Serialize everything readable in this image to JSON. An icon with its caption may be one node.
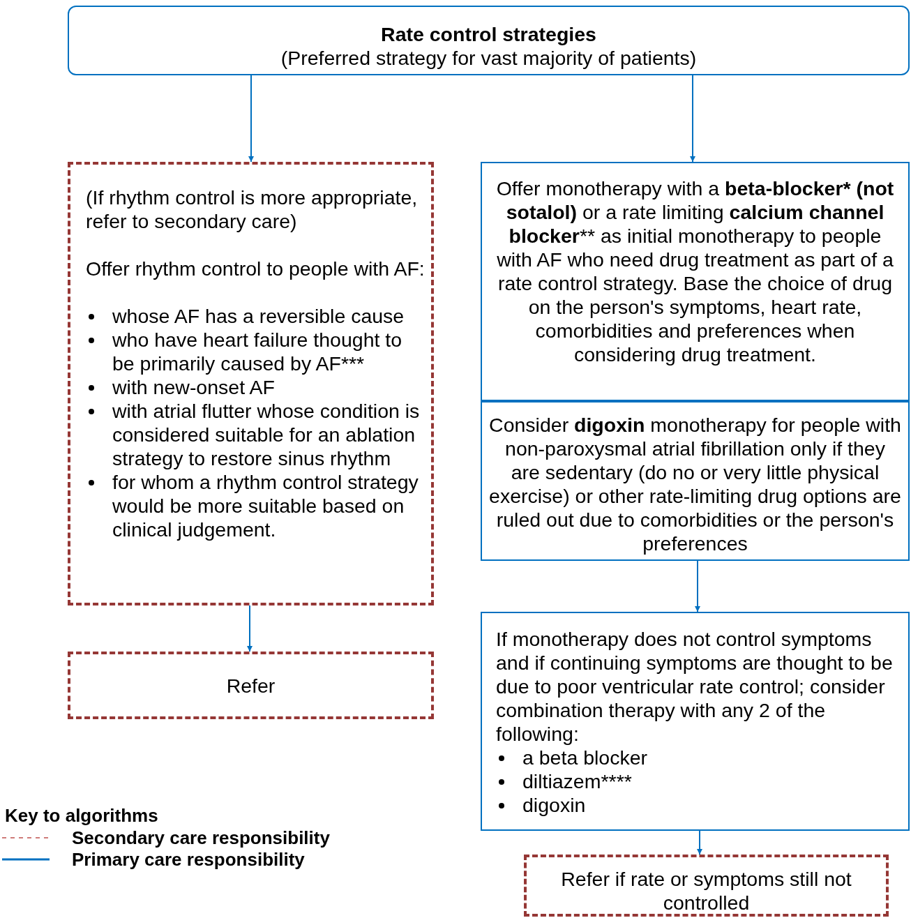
{
  "diagram": {
    "nodes": [
      {
        "text": [
          "Rate control strategies",
          "(Preferred strategy for vast majority of patients)"
        ]
      },
      {
        "text": [
          "(If rhythm control is more appropriate, refer to secondary care)",
          "Offer rhythm control to people with AF:",
          "whose AF has a reversible cause",
          "who have heart failure thought to be primarily caused by AF***",
          "with new-onset AF",
          "with atrial flutter whose condition is considered suitable for an ablation strategy to restore sinus rhythm",
          "for whom a rhythm control strategy would be more suitable based on clinical judgement."
        ]
      },
      {
        "text": [
          "Offer monotherapy with a **beta-blocker* (not sotalol)** or a rate limiting **calcium channel blocker**** as initial monotherapy to people with AF who need drug treatment as part of a rate control strategy. Base the choice of drug on the person's symptoms, heart rate, comorbidities and preferences when considering drug treatment."
        ]
      },
      {
        "text": [
          "Consider **digoxin** monotherapy for people with non-paroxysmal atrial fibrillation only if they are sedentary (do no or very little physical exercise) or other rate-limiting drug options are ruled out due to comorbidities or the person's preferences"
        ]
      },
      {
        "text": [
          "If monotherapy does not control symptoms and if continuing symptoms are thought to be due to poor ventricular rate control; consider combination therapy with any 2 of the following:",
          "a beta blocker",
          "diltiazem****",
          "digoxin"
        ]
      },
      {
        "text": [
          "Refer"
        ]
      },
      {
        "text": [
          "Refer if rate or symptoms still not controlled"
        ]
      }
    ],
    "edges": [
      {
        "from": 0,
        "to": 1,
        "arrow": "to"
      },
      {
        "from": 0,
        "to": 2,
        "arrow": "to"
      },
      {
        "from": 1,
        "to": 5,
        "arrow": "to"
      },
      {
        "from": 3,
        "to": 4,
        "arrow": "to"
      },
      {
        "from": 4,
        "to": 6,
        "arrow": "to"
      }
    ],
    "labels": [
      "Key to algorithms"
    ],
    "legend": [
      {
        "text": "Secondary care responsibility"
      },
      {
        "text": "Primary care responsibility"
      }
    ]
  }
}
